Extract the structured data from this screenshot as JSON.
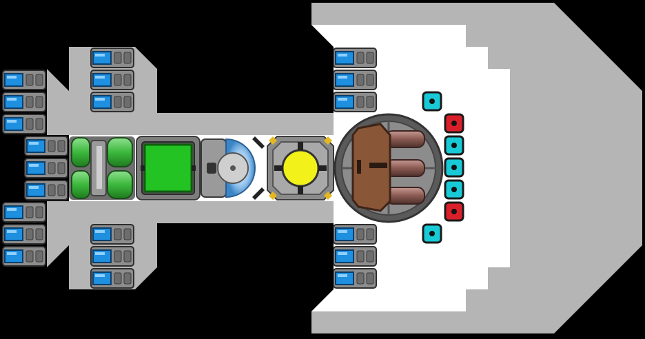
{
  "game": {
    "title": "",
    "colors": {
      "background": "#000000",
      "hull": "#b5b5b5",
      "interior": "#ffffff",
      "corridor": "#b5b5b5",
      "battery_blue": "#1f8fe0",
      "reactor_green": "#22c322",
      "weapon_brown": "#8a5638",
      "core_yellow": "#f2f21a",
      "cyan_marker": "#18c9d6",
      "red_marker": "#d9202a"
    },
    "modules": [
      {
        "id": "green-tanks",
        "icon": "fuel-tank-icon"
      },
      {
        "id": "green-reactor",
        "icon": "reactor-icon"
      },
      {
        "id": "shield-generator",
        "icon": "shield-generator-icon"
      },
      {
        "id": "yellow-core",
        "icon": "energy-core-icon"
      },
      {
        "id": "cannon-turret",
        "icon": "triple-cannon-icon"
      }
    ],
    "markers": {
      "cyan_count": 5,
      "red_count": 2
    }
  }
}
